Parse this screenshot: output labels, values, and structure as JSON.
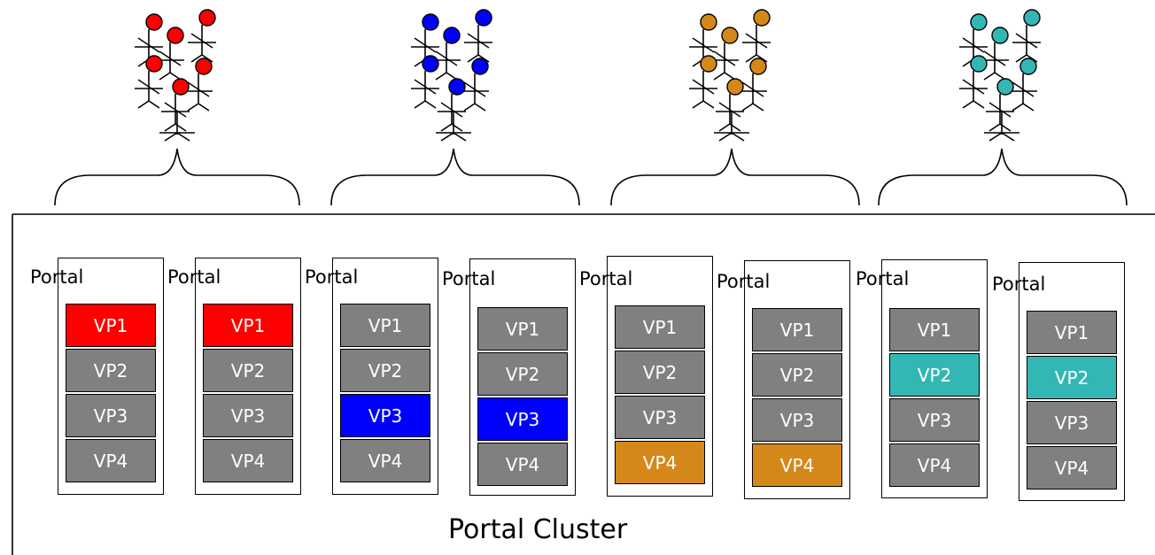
{
  "colors": {
    "neutral": "#808080",
    "group_colors": [
      "#ff0000",
      "#0000ff",
      "#d4881a",
      "#33b7b4"
    ]
  },
  "cluster_label": "Portal Cluster",
  "portal_label": "Portal",
  "vp_labels": [
    "VP1",
    "VP2",
    "VP3",
    "VP4"
  ],
  "groups": [
    {
      "color": "#ff0000",
      "highlight": "VP1",
      "icon": "user-tree-icon"
    },
    {
      "color": "#0000ff",
      "highlight": "VP3",
      "icon": "user-tree-icon"
    },
    {
      "color": "#d4881a",
      "highlight": "VP4",
      "icon": "user-tree-icon"
    },
    {
      "color": "#33b7b4",
      "highlight": "VP2",
      "icon": "user-tree-icon"
    }
  ],
  "portals": [
    {
      "label": "Portal",
      "group": 0,
      "highlight": "VP1"
    },
    {
      "label": "Portal",
      "group": 0,
      "highlight": "VP1"
    },
    {
      "label": "Portal",
      "group": 1,
      "highlight": "VP3"
    },
    {
      "label": "Portal",
      "group": 1,
      "highlight": "VP3"
    },
    {
      "label": "Portal",
      "group": 2,
      "highlight": "VP4"
    },
    {
      "label": "Portal",
      "group": 2,
      "highlight": "VP4"
    },
    {
      "label": "Portal",
      "group": 3,
      "highlight": "VP2"
    },
    {
      "label": "Portal",
      "group": 3,
      "highlight": "VP2"
    }
  ]
}
